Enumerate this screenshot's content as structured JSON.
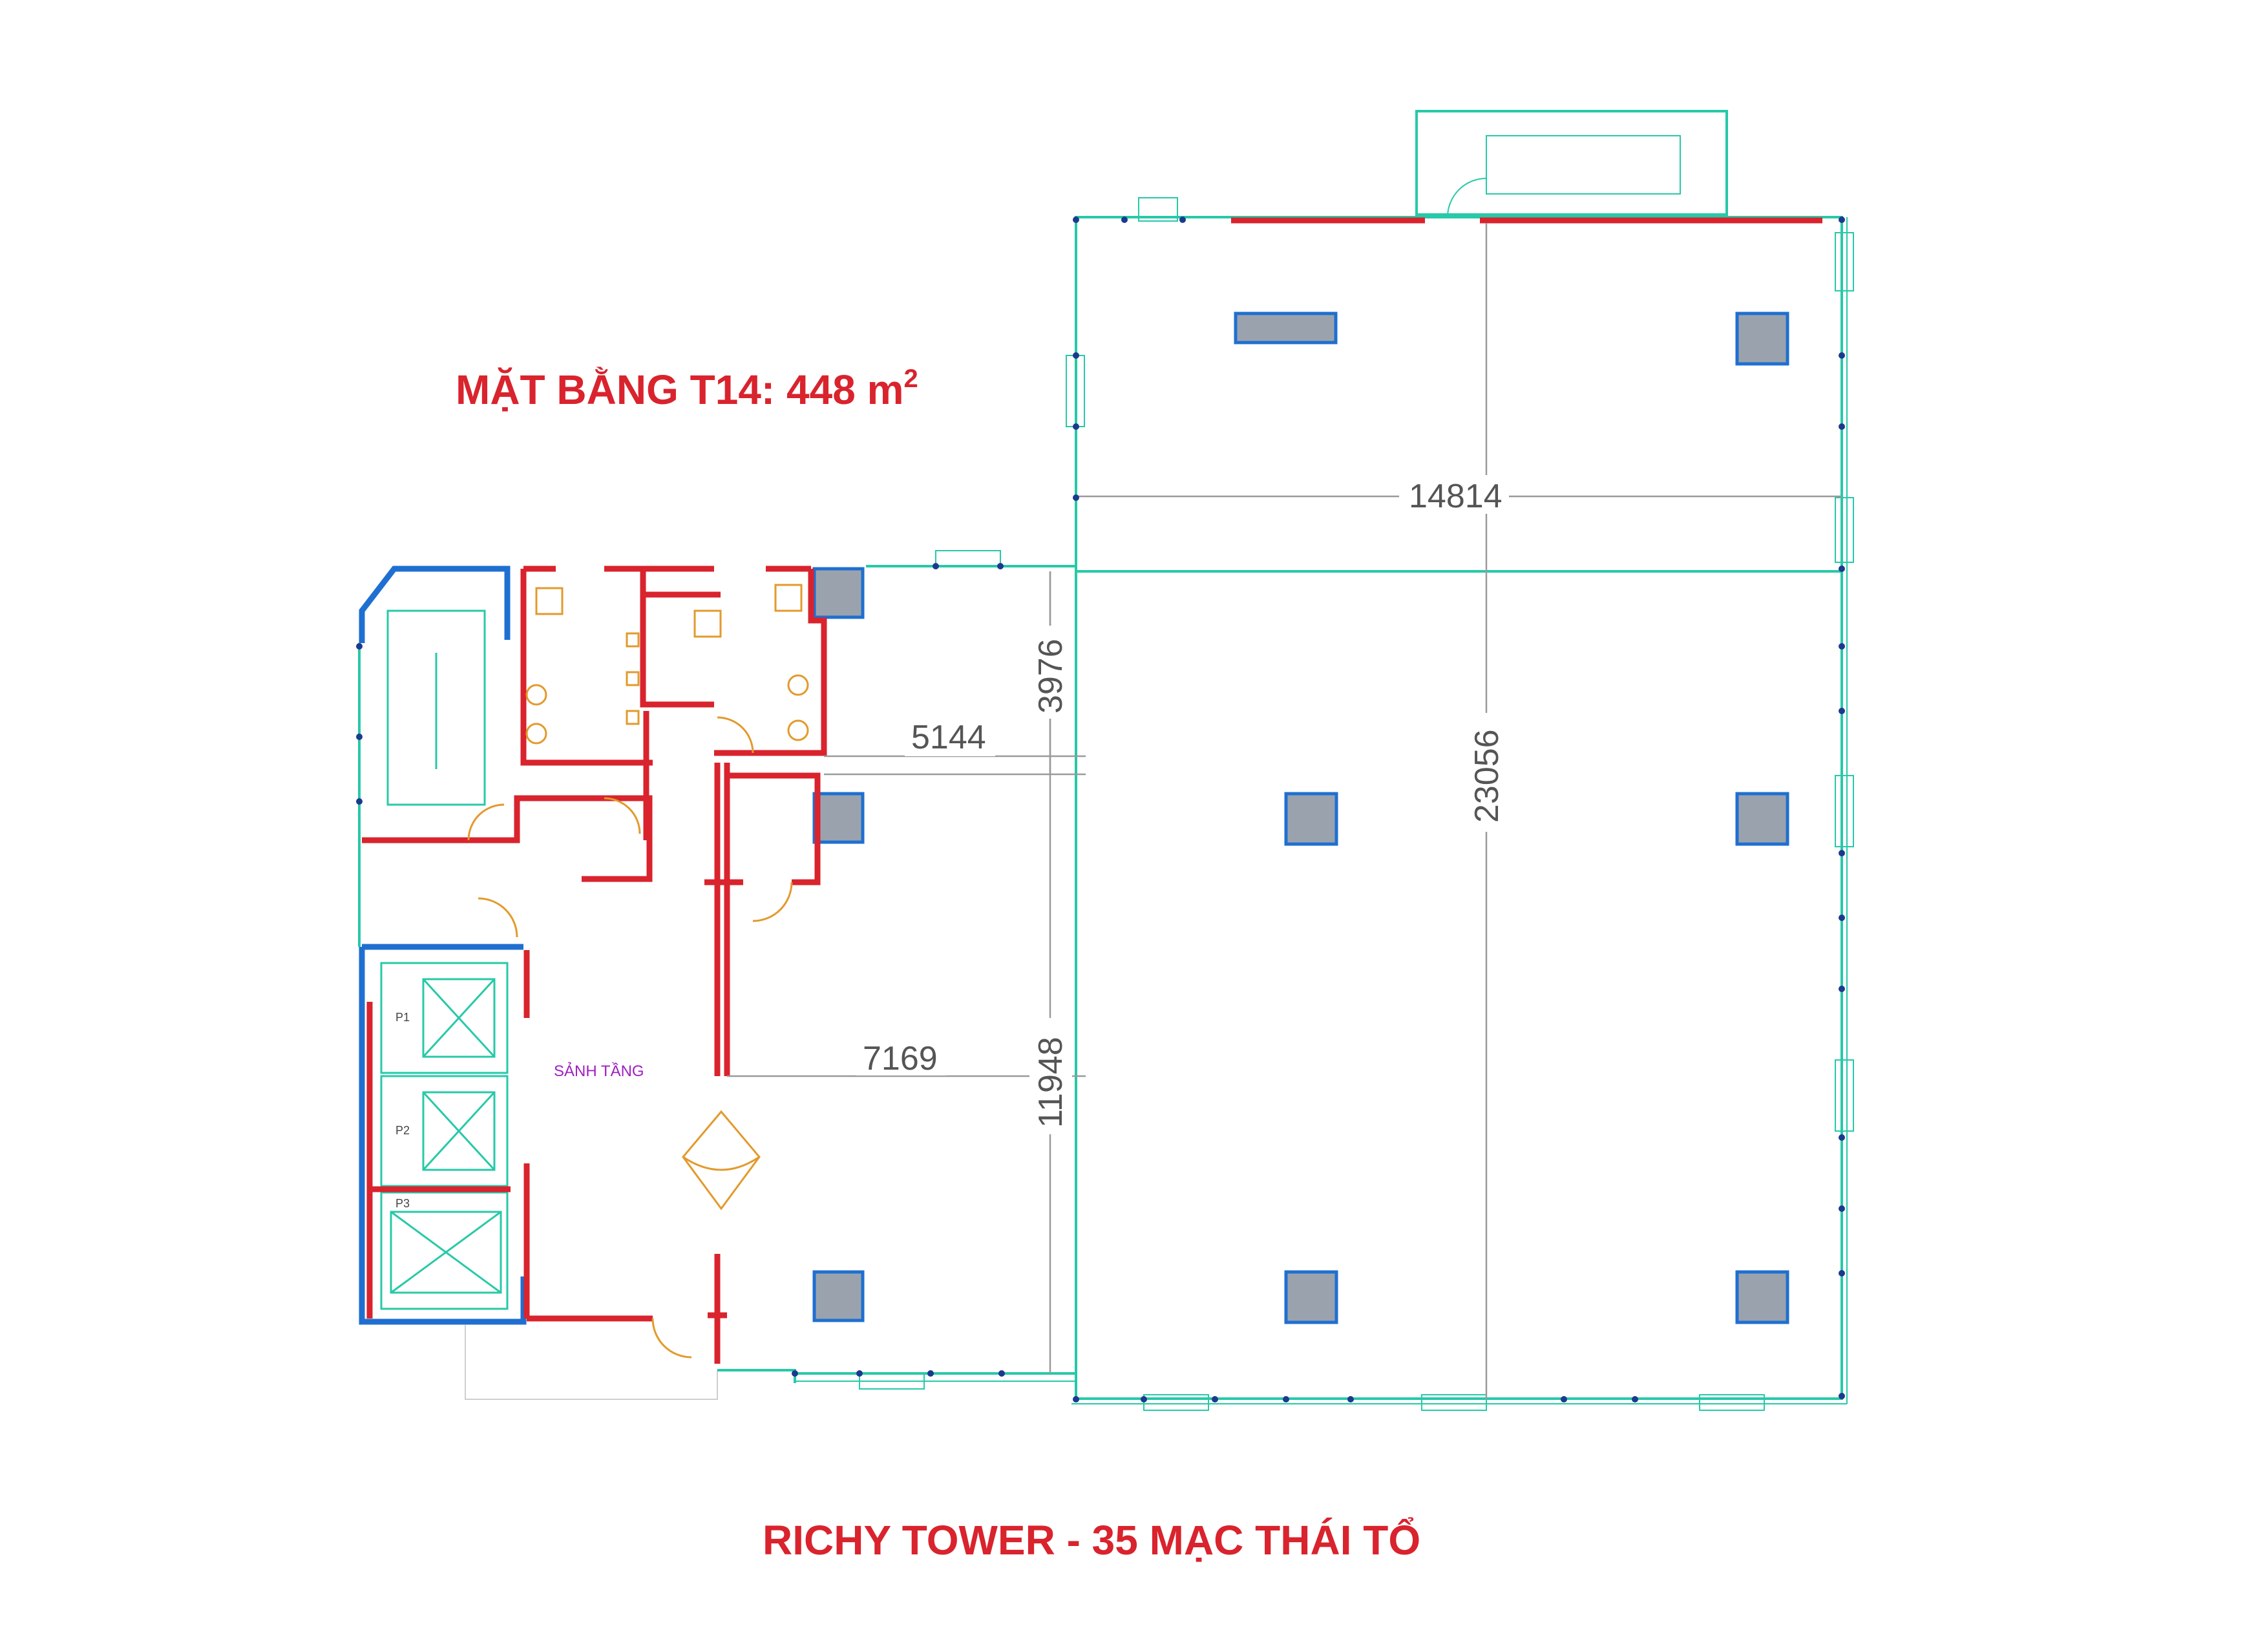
{
  "title": {
    "main": "MẶT BẰNG T14: 448 m",
    "superscript": "2"
  },
  "subtitle": "RICHY TOWER - 35 MẠC THÁI TỔ",
  "dimensions": {
    "d14814": "14814",
    "d23056": "23056",
    "d3976": "3976",
    "d5144": "5144",
    "d7169": "7169",
    "d11948": "11948"
  },
  "rooms": {
    "lobby": "SẢNH TẦNG"
  },
  "lifts": {
    "p1": "P1",
    "p2": "P2",
    "p3": "P3"
  },
  "colors": {
    "title": "#d9232d",
    "wall": "#d9232d",
    "core": "#1f6fd1",
    "glass": "#27c9a8",
    "fixture": "#e39a2c",
    "label": "#a020c0"
  }
}
